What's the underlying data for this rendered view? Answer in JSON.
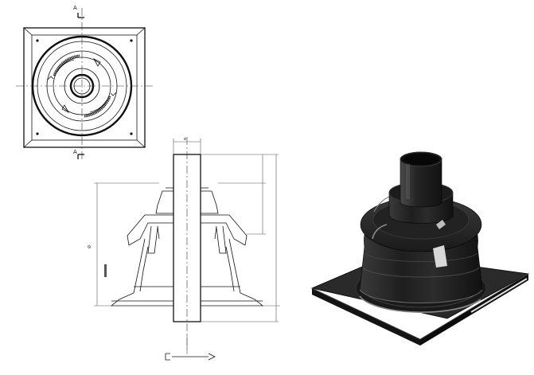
{
  "views": {
    "plan": {
      "section_mark_top": "A",
      "section_mark_bottom": "A"
    },
    "section": {
      "dim_top": "ø",
      "dim_left": "Ø",
      "dim_right_a": "",
      "dim_right_b": ""
    },
    "render": {}
  },
  "colors": {
    "line": "#111111",
    "body_dark": "#2b2b2b",
    "highlight": "#d8d8d8"
  }
}
